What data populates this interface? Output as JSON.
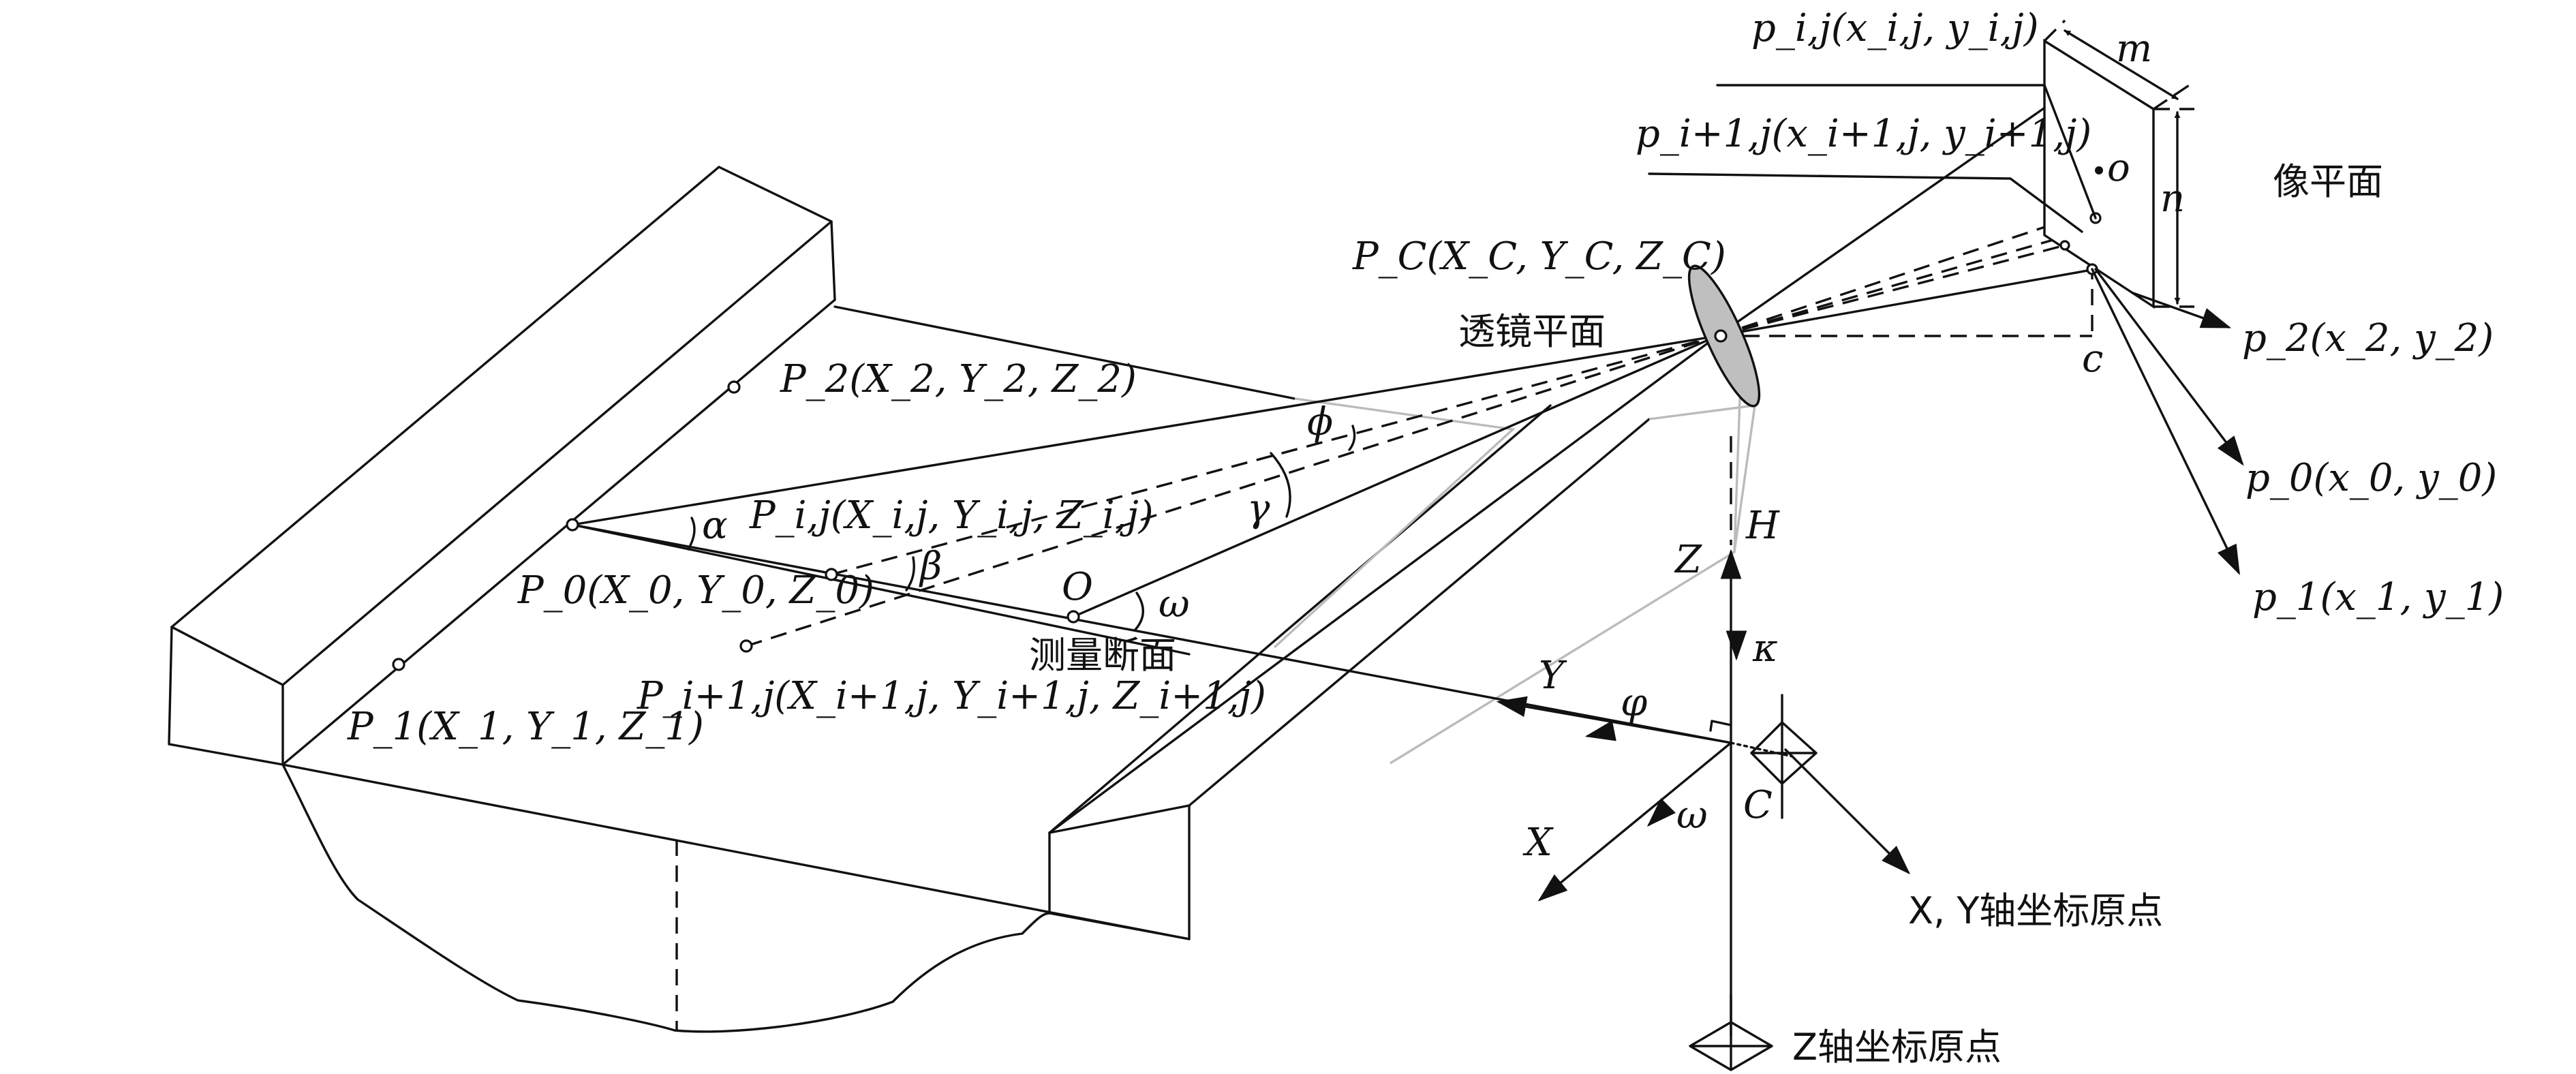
{
  "labels": {
    "p_ij": "p_i,j(x_i,j, y_i,j)",
    "p_i1j": "p_i+1,j(x_i+1,j, y_i+1,j)",
    "m": "m",
    "n": "n",
    "o_small": "o",
    "c_small": "c",
    "image_plane": "像平面",
    "PC": "P_C(X_C, Y_C, Z_C)",
    "lens_plane": "透镜平面",
    "P2": "P_2(X_2, Y_2, Z_2)",
    "phi": "ϕ",
    "gamma": "γ",
    "alpha": "α",
    "Pij": "P_i,j(X_i,j, Y_i,j, Z_i,j)",
    "beta": "β",
    "P0": "P_0(X_0, Y_0, Z_0)",
    "O": "O",
    "omega1": "ω",
    "section": "测量断面",
    "P1": "P_1(X_1, Y_1, Z_1)",
    "Pi1j": "P_i+1,j(X_i+1,j, Y_i+1,j, Z_i+1,j)",
    "p2": "p_2(x_2, y_2)",
    "p0": "p_0(x_0, y_0)",
    "p1": "p_1(x_1, y_1)",
    "H": "H",
    "Z": "Z",
    "kappa": "κ",
    "Y": "Y",
    "varphi": "φ",
    "X": "X",
    "omega2": "ω",
    "C": "C",
    "xy_origin": "X, Y轴坐标原点",
    "z_origin": "Z轴坐标原点"
  }
}
